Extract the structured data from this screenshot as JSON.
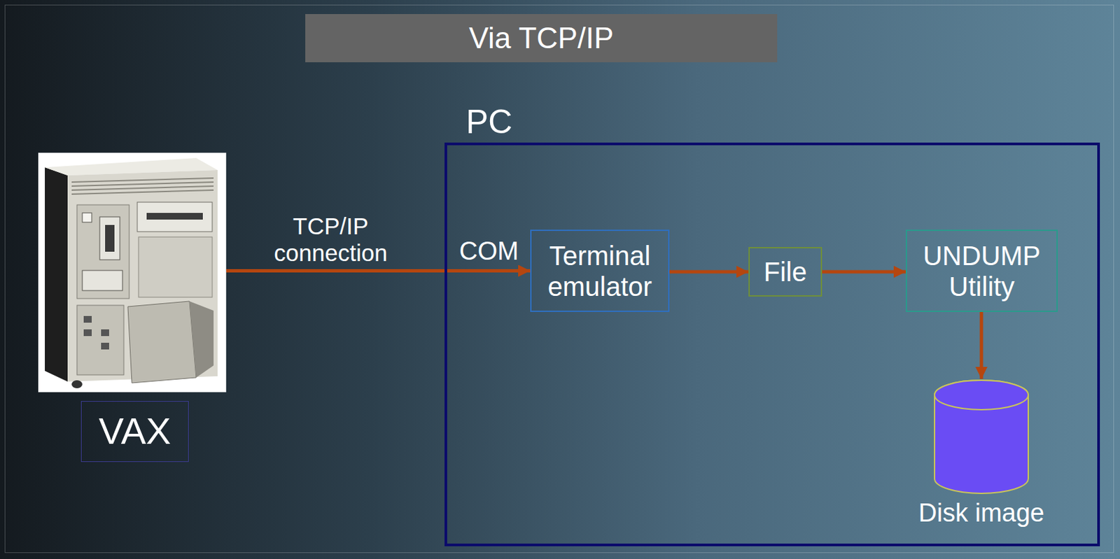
{
  "diagram": {
    "title": "Via TCP/IP",
    "nodes": [
      {
        "text": [
          "PC"
        ]
      },
      {
        "text": [
          "VAX"
        ]
      },
      {
        "text": [
          "Terminal emulator"
        ],
        "in": 0
      },
      {
        "text": [
          "File"
        ],
        "in": 0
      },
      {
        "text": [
          "UNDUMP Utility"
        ],
        "in": 0
      },
      {
        "text": [
          "Disk image"
        ],
        "in": 0
      }
    ],
    "edges": [
      {
        "from": 1,
        "to": 2,
        "label": "TCP/IP connection",
        "arrow": "to"
      },
      {
        "from": 2,
        "to": 3,
        "arrow": "to"
      },
      {
        "from": 3,
        "to": 4,
        "arrow": "to"
      },
      {
        "from": 4,
        "to": 5,
        "arrow": "to"
      }
    ],
    "labels": [
      "COM"
    ]
  }
}
